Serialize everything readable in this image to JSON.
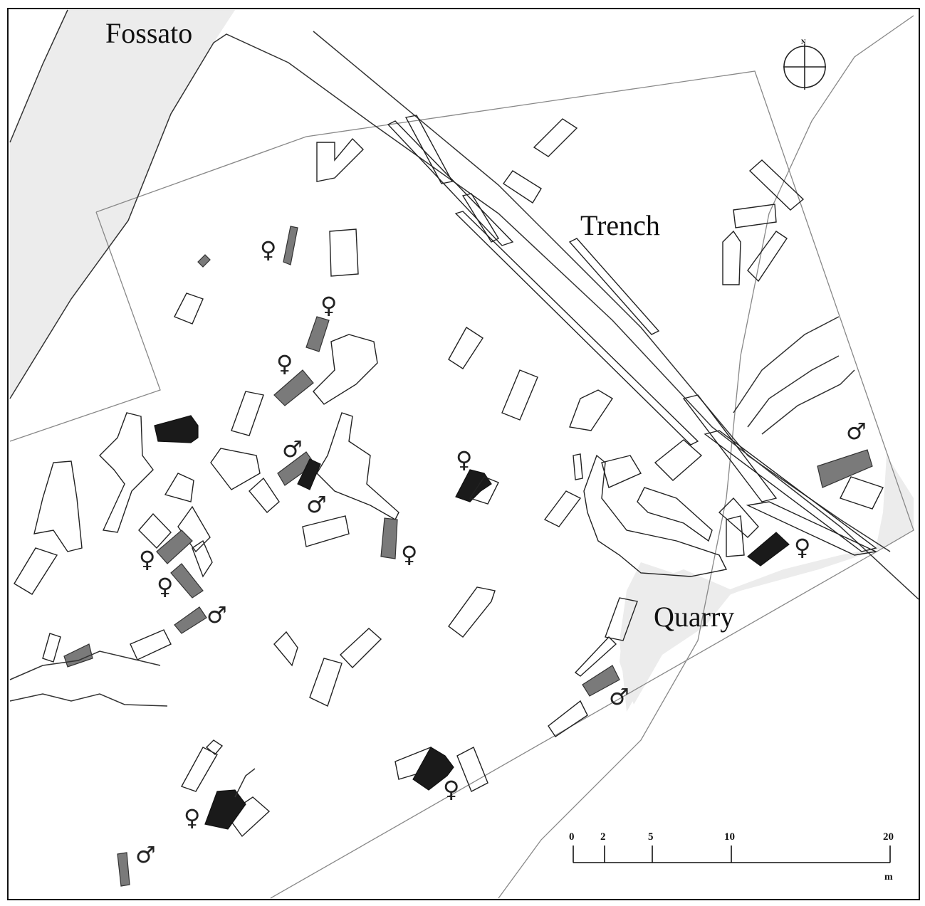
{
  "labels": {
    "fossato": "Fossato",
    "trench": "Trench",
    "quarry": "Quarry",
    "north": "N"
  },
  "symbols": {
    "female": "♀",
    "male": "♂"
  },
  "scale_bar": {
    "ticks": [
      "0",
      "2",
      "5",
      "10",
      "20"
    ],
    "unit": "m"
  },
  "colors": {
    "shaded_area": "#ececec",
    "grave_outline": "#222222",
    "grave_grey": "#7a7a7a",
    "grave_black": "#1a1a1a"
  }
}
